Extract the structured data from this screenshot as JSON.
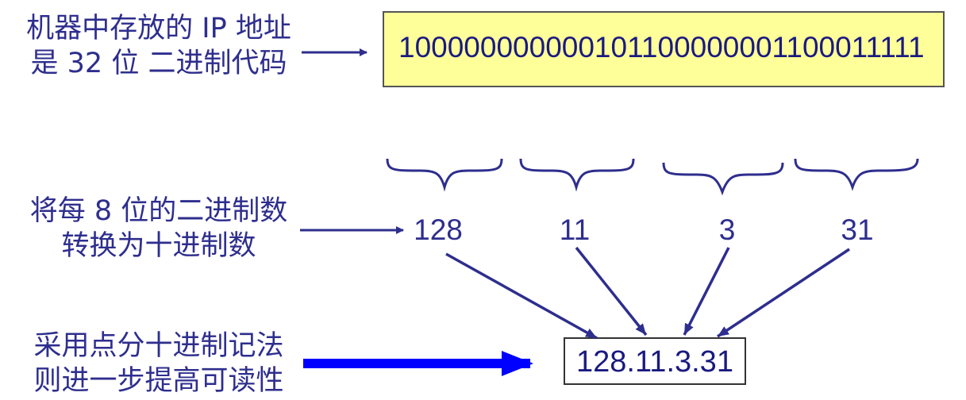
{
  "labels": {
    "machine_line1": "机器中存放的 IP 地址",
    "machine_line2": "是 32 位 二进制代码",
    "convert_line1": "将每 8 位的二进制数",
    "convert_line2": "转换为十进制数",
    "dotted_line1": "采用点分十进制记法",
    "dotted_line2": "则进一步提高可读性"
  },
  "binary": "10000000000010110000000110001111​1",
  "octets": [
    "128",
    "11",
    "3",
    "31"
  ],
  "dotted_decimal": "128.11.3.31",
  "colors": {
    "text": "#2e2e8e",
    "box_fill": "#ffff99",
    "arrow": "#2e2e8e",
    "thick_arrow": "#0000ff"
  }
}
